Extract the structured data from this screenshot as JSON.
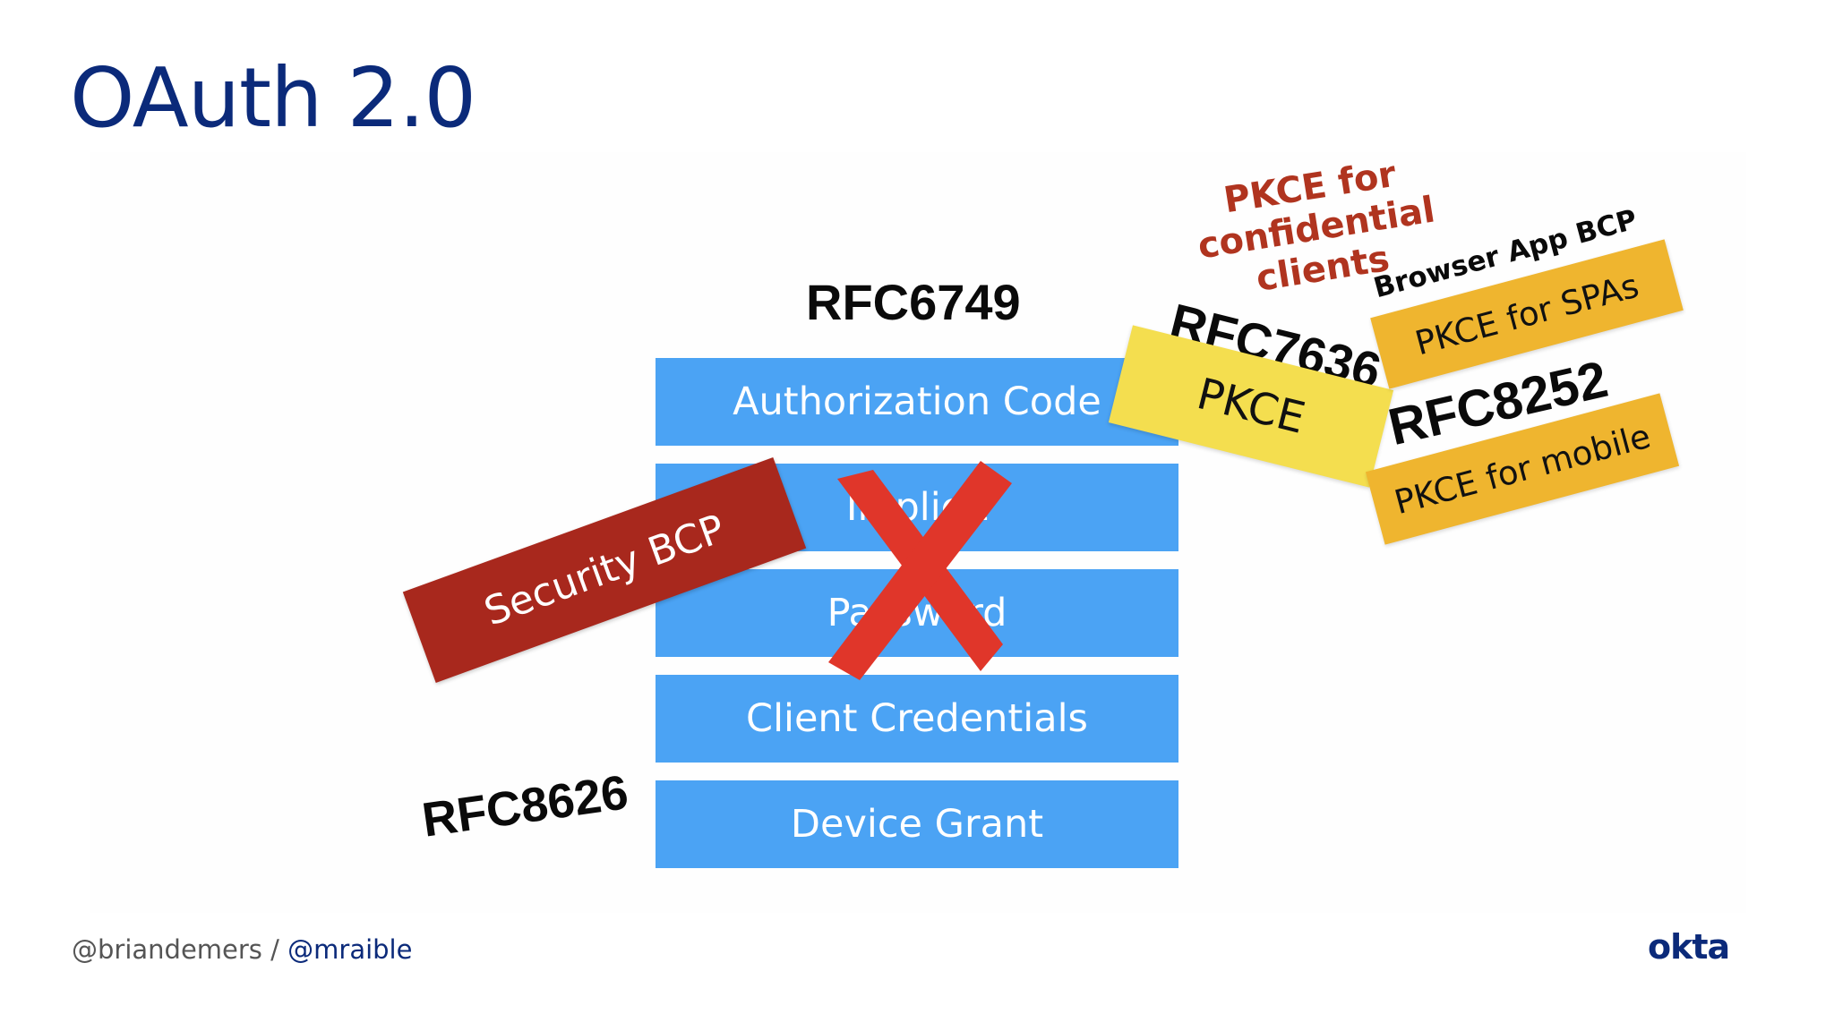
{
  "slide": {
    "title": "OAuth 2.0"
  },
  "grants": [
    {
      "label": "Authorization Code",
      "deprecated": false
    },
    {
      "label": "Implicit",
      "deprecated": true
    },
    {
      "label": "Password",
      "deprecated": true
    },
    {
      "label": "Client Credentials",
      "deprecated": false
    },
    {
      "label": "Device Grant",
      "deprecated": false
    }
  ],
  "rfcs": {
    "core": "RFC6749",
    "device": "RFC8626",
    "pkce": "RFC7636",
    "native": "RFC8252"
  },
  "notes": {
    "security_bcp": "Security BCP",
    "pkce": "PKCE",
    "pkce_confidential": "PKCE for confidential clients",
    "browser_app_bcp": "Browser App BCP",
    "pkce_spas": "PKCE for SPAs",
    "pkce_mobile": "PKCE for mobile"
  },
  "footer": {
    "handle1": "@briandemers",
    "separator": " / ",
    "handle2": "@mraible"
  },
  "logo": {
    "text": "okta"
  },
  "colors": {
    "title": "#0b2a7a",
    "flow_bar": "#4ba3f4",
    "security_bcp": "#a8281d",
    "pkce_sticky": "#f4de4f",
    "orange_sticky": "#efb52f",
    "cross": "#e0362a",
    "confidential_text": "#b0341f"
  },
  "icons": {
    "deprecation_mark": "red-x-cross-icon"
  }
}
